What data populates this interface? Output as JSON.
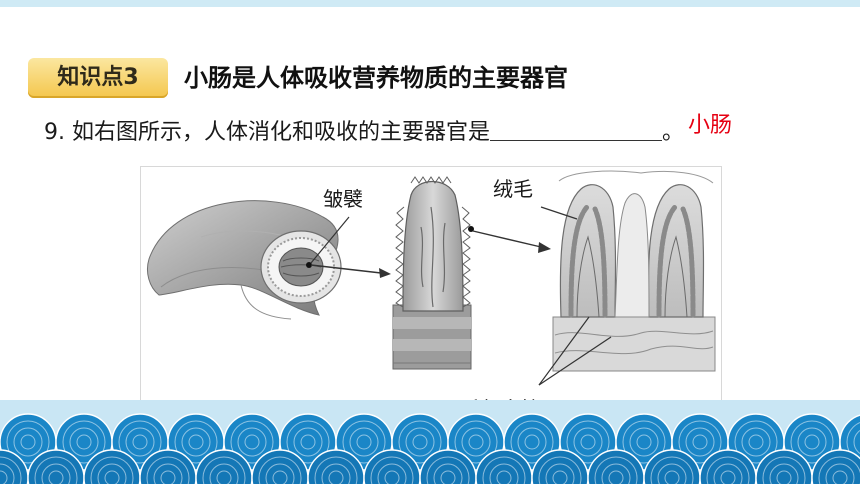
{
  "header": {
    "badge_label": "知识点3",
    "title": "小肠是人体吸收营养物质的主要器官"
  },
  "question": {
    "number": "9.",
    "text": "如右图所示，人体消化和吸收的主要器官是",
    "end_mark": "。",
    "answer": "小肠"
  },
  "figure": {
    "label_folds": "皱襞",
    "label_villi": "绒毛",
    "label_capillaries": "毛细血管"
  },
  "colors": {
    "badge": "#f4c64c",
    "answer": "#e60012",
    "wave": "#1a86c7",
    "band": "#c9e6f4"
  }
}
